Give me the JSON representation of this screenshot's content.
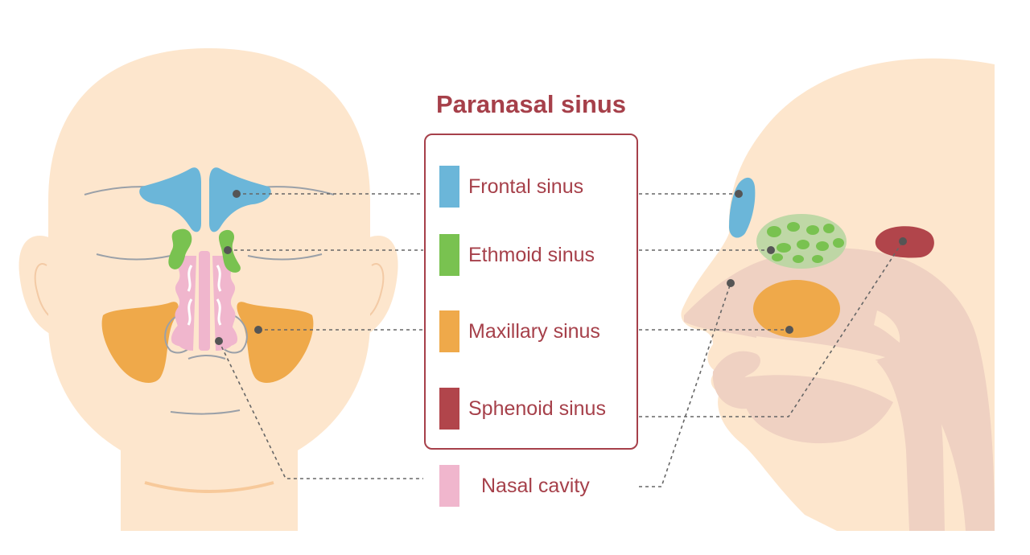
{
  "title": "Paranasal sinus",
  "legend": [
    {
      "label": "Frontal sinus",
      "color": "#6bb6d9"
    },
    {
      "label": "Ethmoid sinus",
      "color": "#79c250"
    },
    {
      "label": "Maxillary sinus",
      "color": "#efa94a"
    },
    {
      "label": "Sphenoid sinus",
      "color": "#b1454b"
    },
    {
      "label": "Nasal cavity",
      "color": "#f0b6cd"
    }
  ],
  "colors": {
    "skin": "#fde6cd",
    "tissue": "#efd1c2",
    "accent": "#a6404a",
    "leader_line": "#666666"
  }
}
